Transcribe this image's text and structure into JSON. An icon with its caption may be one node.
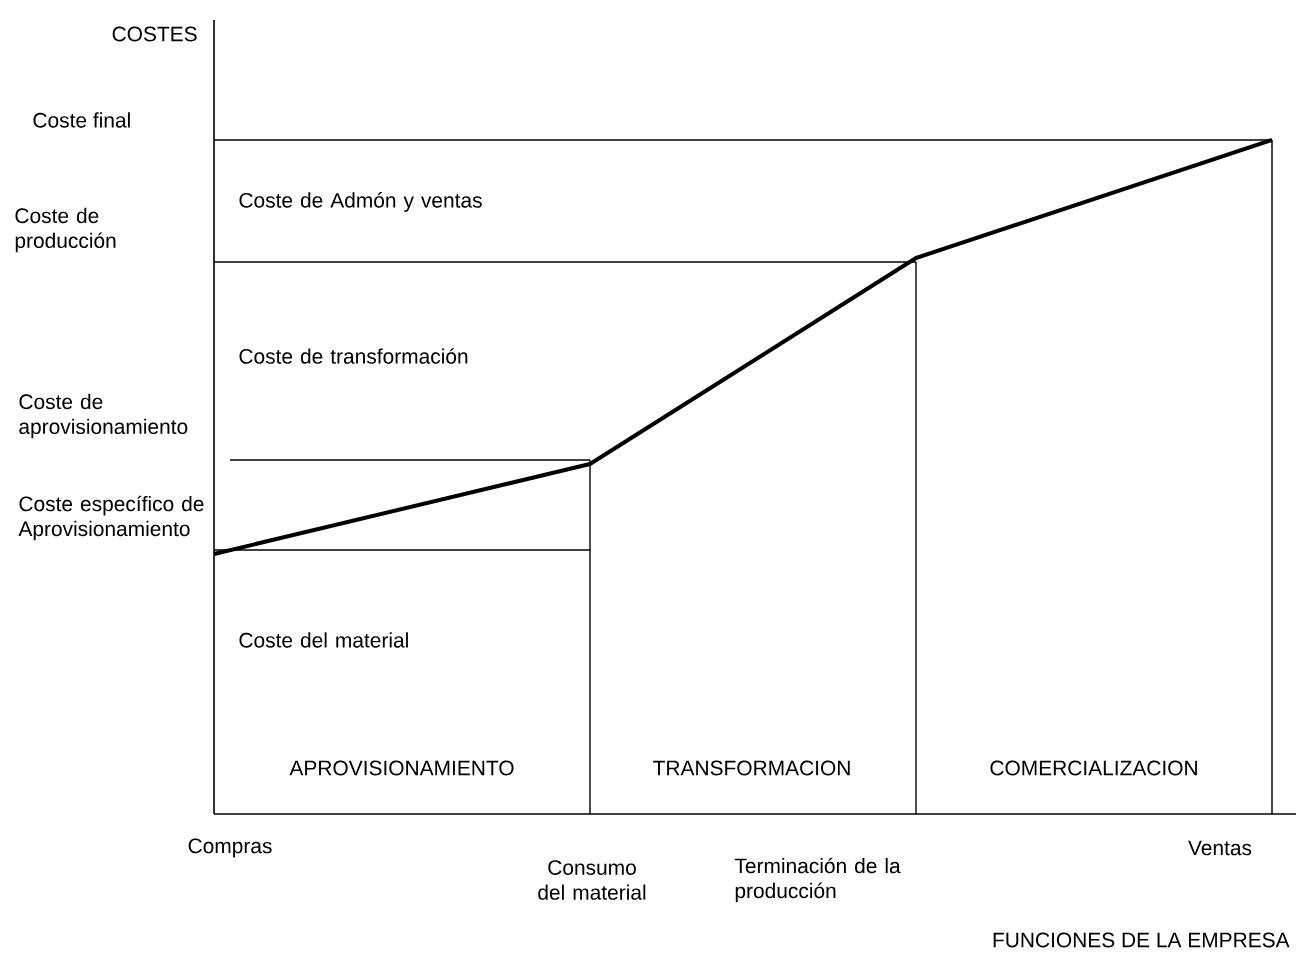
{
  "diagram": {
    "labels": [
      "COSTES",
      "Coste final",
      "Coste de producción",
      "Coste de Admón y ventas",
      "Coste de transformación",
      "Coste de aprovisionamiento",
      "Coste específico de Aprovisionamiento",
      "Coste del material",
      "APROVISIONAMIENTO",
      "TRANSFORMACION",
      "COMERCIALIZACION",
      "Compras",
      "Consumo del material",
      "Terminación de la producción",
      "Ventas",
      "FUNCIONES DE LA EMPRESA"
    ]
  }
}
